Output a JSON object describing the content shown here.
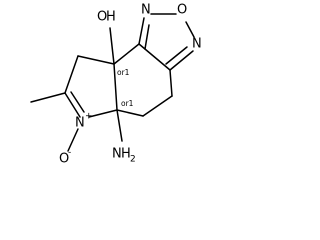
{
  "labels": {
    "o_furazan": "O",
    "n_furazan_top": "N",
    "n_furazan_right": "N",
    "oh_o": "O",
    "oh_h": "H",
    "stereo_top": "or1",
    "stereo_bottom": "or1",
    "n_oxide": "N",
    "n_oxide_charge": "+",
    "o_oxide": "O",
    "o_oxide_charge": "-",
    "amino_n": "N",
    "amino_h": "H",
    "amino_sub": "2"
  },
  "colors": {
    "bond": "#000000",
    "text": "#000000",
    "background": "#ffffff"
  }
}
